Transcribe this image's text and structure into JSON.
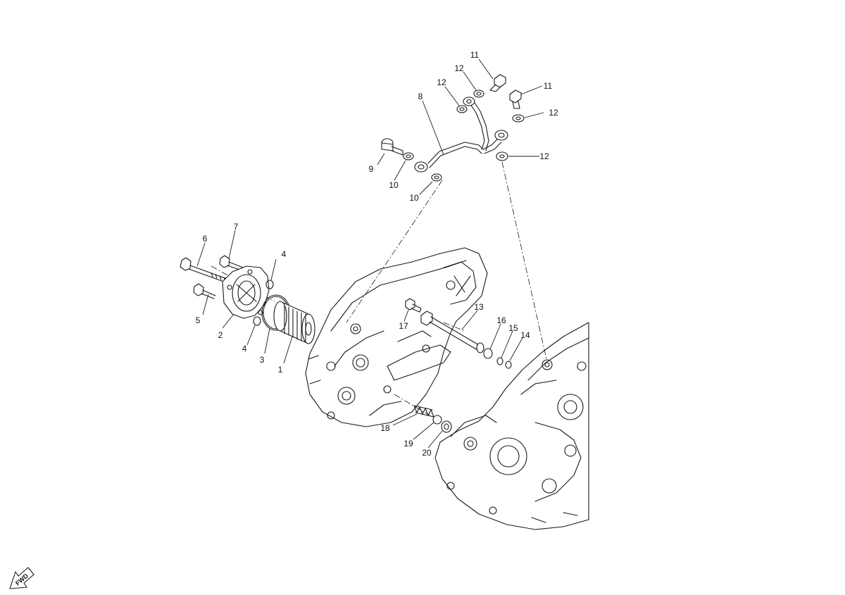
{
  "diagram": {
    "callouts": [
      {
        "id": "1",
        "label": "1"
      },
      {
        "id": "2",
        "label": "2"
      },
      {
        "id": "3",
        "label": "3"
      },
      {
        "id": "4a",
        "label": "4"
      },
      {
        "id": "4b",
        "label": "4"
      },
      {
        "id": "5",
        "label": "5"
      },
      {
        "id": "6",
        "label": "6"
      },
      {
        "id": "7",
        "label": "7"
      },
      {
        "id": "8",
        "label": "8"
      },
      {
        "id": "9",
        "label": "9"
      },
      {
        "id": "10a",
        "label": "10"
      },
      {
        "id": "10b",
        "label": "10"
      },
      {
        "id": "11a",
        "label": "11"
      },
      {
        "id": "11b",
        "label": "11"
      },
      {
        "id": "12a",
        "label": "12"
      },
      {
        "id": "12b",
        "label": "12"
      },
      {
        "id": "12c",
        "label": "12"
      },
      {
        "id": "12d",
        "label": "12"
      },
      {
        "id": "13",
        "label": "13"
      },
      {
        "id": "14",
        "label": "14"
      },
      {
        "id": "15",
        "label": "15"
      },
      {
        "id": "16",
        "label": "16"
      },
      {
        "id": "17",
        "label": "17"
      },
      {
        "id": "18",
        "label": "18"
      },
      {
        "id": "19",
        "label": "19"
      },
      {
        "id": "20",
        "label": "20"
      }
    ],
    "forward_indicator": {
      "label": "FWD"
    }
  }
}
